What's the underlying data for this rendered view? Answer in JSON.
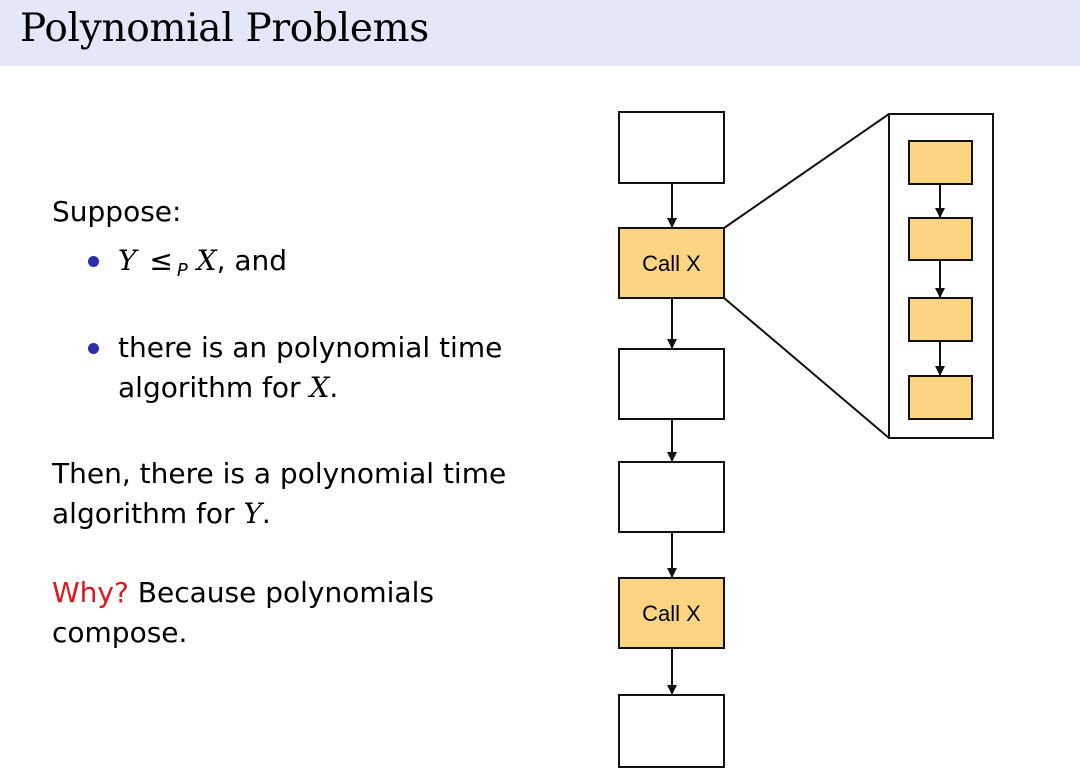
{
  "title": "Polynomial Problems",
  "suppose": "Suppose:",
  "bullet1": {
    "y": "Y",
    "leq": "≤",
    "p": "P",
    "x": "X",
    "tail": ", and"
  },
  "bullet2": {
    "line1": "there is an polynomial time",
    "line2_prefix": "algorithm for ",
    "x": "X",
    "line2_suffix": "."
  },
  "then": {
    "line1": "Then, there is a polynomial time",
    "line2_prefix": "algorithm for ",
    "y": "Y",
    "line2_suffix": "."
  },
  "why": {
    "label": "Why?",
    "rest": " Because polynomials",
    "line2": "compose."
  },
  "diagram": {
    "call_label_1": "Call X",
    "call_label_2": "Call X",
    "fill_color": "#fbd581",
    "stroke_color": "#111111"
  }
}
